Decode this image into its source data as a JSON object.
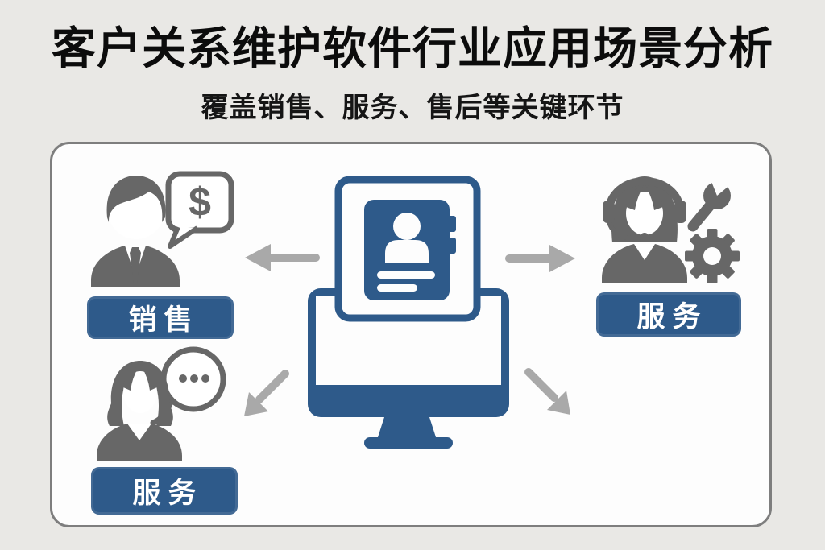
{
  "header": {
    "title": "客户关系维护软件行业应用场景分析",
    "subtitle": "覆盖销售、服务、售后等关键环节"
  },
  "diagram": {
    "center": {
      "icon": "crm-monitor-contact-card",
      "description_visible_text": ""
    },
    "nodes": [
      {
        "id": "sales",
        "position": "top-left",
        "label": "销售",
        "icon": "businessman-dollar-bubble-icon"
      },
      {
        "id": "service-support",
        "position": "top-right",
        "label": "服务",
        "icon": "support-agent-wrench-gear-icon"
      },
      {
        "id": "service-chat",
        "position": "bottom-left",
        "label": "服务",
        "icon": "woman-chat-bubble-icon"
      }
    ],
    "arrows": [
      {
        "id": "arrow-left",
        "direction": "center-to-left"
      },
      {
        "id": "arrow-right",
        "direction": "center-to-right"
      },
      {
        "id": "arrow-down-left",
        "direction": "center-to-bottom-left"
      },
      {
        "id": "arrow-down-right",
        "direction": "center-to-bottom-right"
      }
    ],
    "glyphs": {
      "dollar": "$"
    }
  },
  "colors": {
    "primary_blue": "#2e5a8a",
    "icon_gray": "#676767",
    "arrow_gray": "#a9a9a9",
    "background": "#e9e8e5",
    "panel_background": "#fdfdfd",
    "panel_border": "#7e7e7e",
    "title_text": "#0c0c0c",
    "badge_text": "#ffffff"
  }
}
